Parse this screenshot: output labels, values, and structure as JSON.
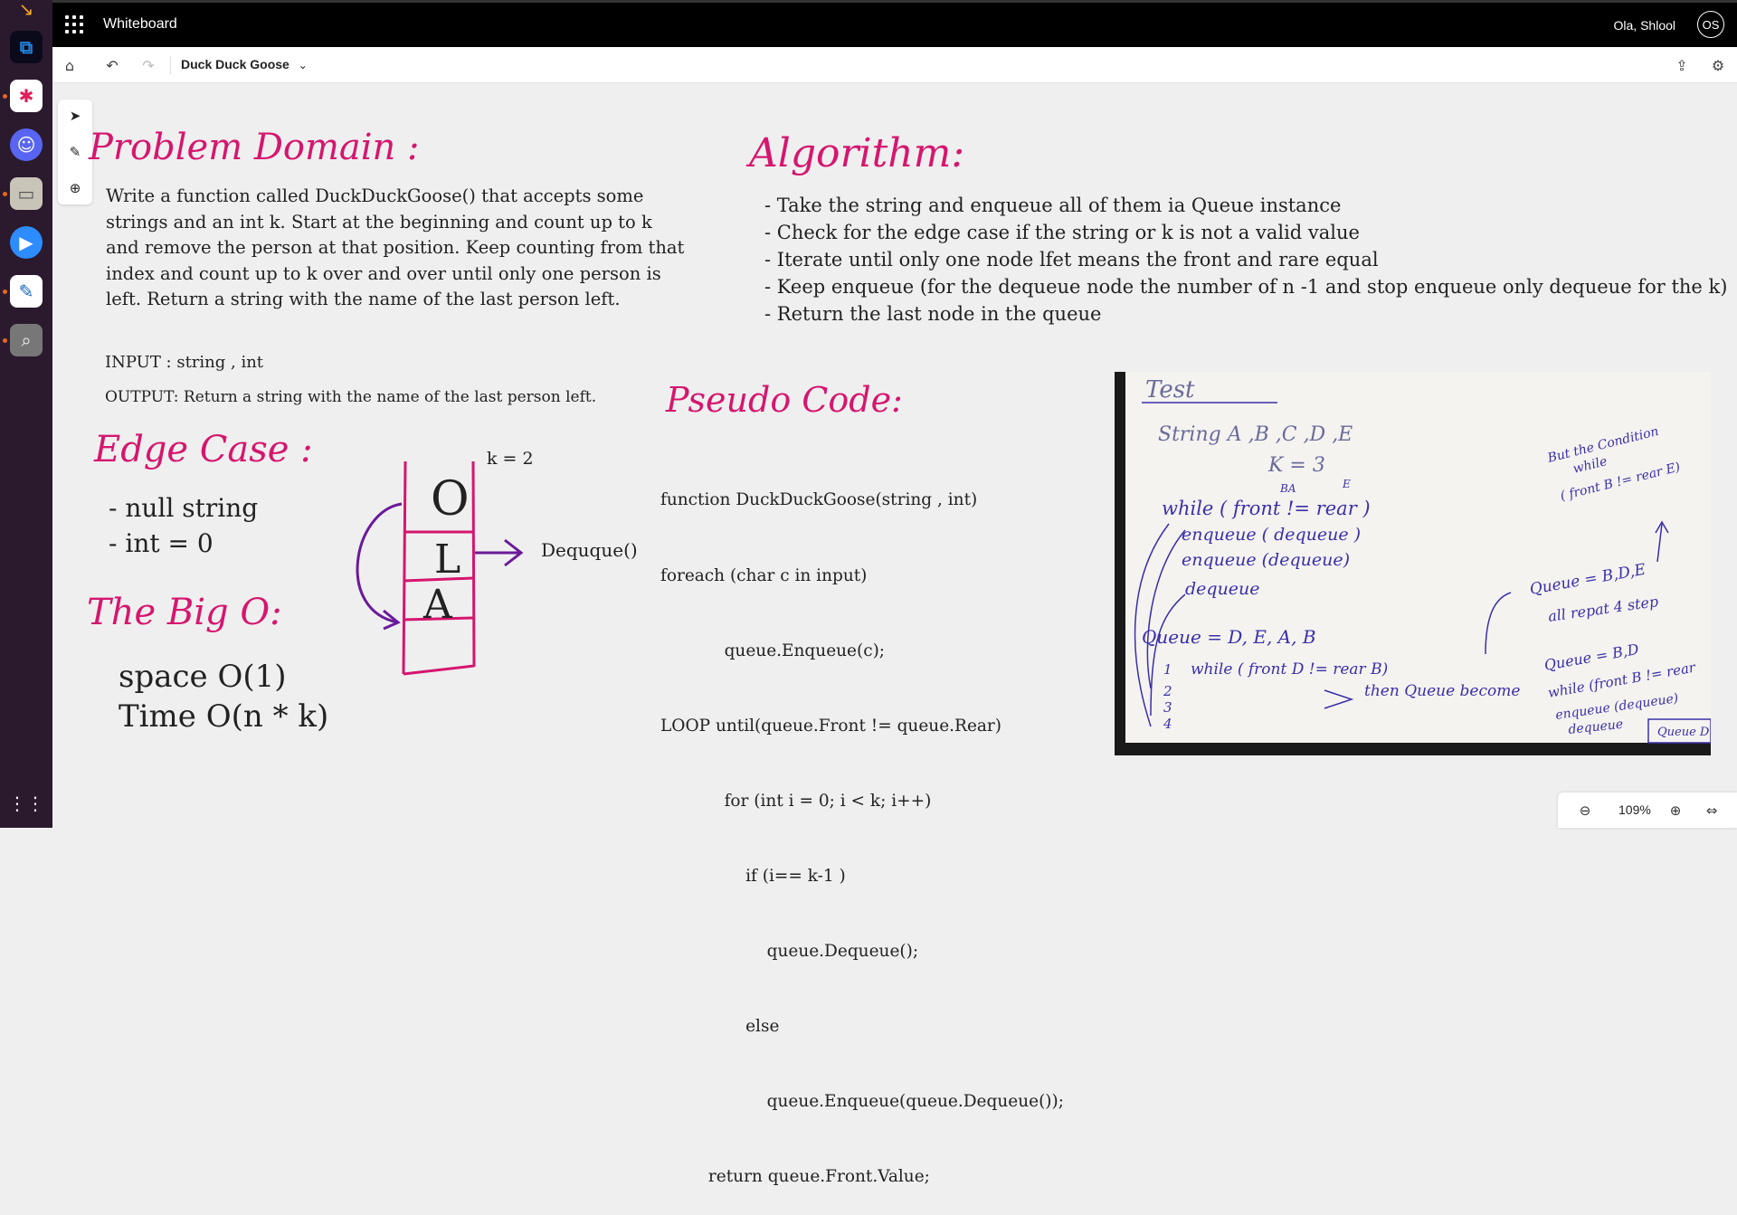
{
  "titlebar": {
    "app_title": "Whiteboard",
    "user_name": "Ola, Shlool",
    "avatar_initials": "OS"
  },
  "toolbar": {
    "board_name": "Duck Duck Goose"
  },
  "board": {
    "problem_domain": {
      "heading": "Problem Domain :",
      "text": "Write a function called DuckDuckGoose() that accepts some strings and an int k. Start at the beginning and count up to k and remove the person at that position. Keep counting from that index and count up to k over and over until only one person is left. Return a string with the name of the last person left.",
      "input": "INPUT : string , int",
      "output": "OUTPUT: Return a string with the name of the last person left."
    },
    "algorithm": {
      "heading": "Algorithm:",
      "items": [
        "- Take the string and enqueue all of them ia Queue instance",
        "- Check for the edge case if the string or k is not a valid value",
        "- Iterate until only one node lfet means the front and rare equal",
        "- Keep enqueue (for the dequeue node the number of n -1 and stop enqueue only dequeue for the k)",
        "- Return the last node in the queue"
      ]
    },
    "edge_case": {
      "heading": "Edge Case :",
      "items": [
        "- null string",
        "- int = 0"
      ]
    },
    "big_o": {
      "heading": "The Big O:",
      "items": [
        "space O(1)",
        "Time O(n * k)"
      ]
    },
    "pseudo_code": {
      "heading": "Pseudo Code:",
      "lines": [
        "function DuckDuckGoose(string , int)",
        "foreach (char c in input)",
        "            queue.Enqueue(c);",
        "LOOP until(queue.Front != queue.Rear)",
        "            for (int i = 0; i < k; i++)",
        "                if (i== k-1 )",
        "                    queue.Dequeue();",
        "                else",
        "                    queue.Enqueue(queue.Dequeue());",
        "         return queue.Front.Value;"
      ]
    },
    "diagram": {
      "k_label": "k = 2",
      "dequeue_label": "Dequque()",
      "cells": [
        "O",
        "L",
        "A"
      ],
      "colors": {
        "queue": "#d5166e",
        "arrow": "#6a1a9a"
      }
    },
    "photo": {
      "title": "Test",
      "string_line": "String   A ,B ,C ,D ,E",
      "k_line": "K = 3",
      "while_line": "while ( front  !=  rear )",
      "front_mark": "BA",
      "rear_mark": "E",
      "steps": [
        "enqueue ( dequeue )",
        "enqueue (dequeue)",
        "dequeue"
      ],
      "queue_line": "Queue = D, E, A, B",
      "loop_line": "while ( front D != rear B)",
      "numbers": [
        "1",
        "2",
        "3",
        "4"
      ],
      "then_text": "then Queue become",
      "right_top": [
        "But the Condition",
        "while",
        "( front B != rear E)"
      ],
      "right_mid": [
        "Queue = B,D,E",
        "all repat 4 step"
      ],
      "right_bottom": [
        "Queue = B,D",
        "while (front B != rear",
        "enqueue (dequeue)",
        "dequeue"
      ],
      "corner_box": "Queue D",
      "ink": "#3a2fa8"
    }
  },
  "zoom": {
    "value": "109%"
  }
}
